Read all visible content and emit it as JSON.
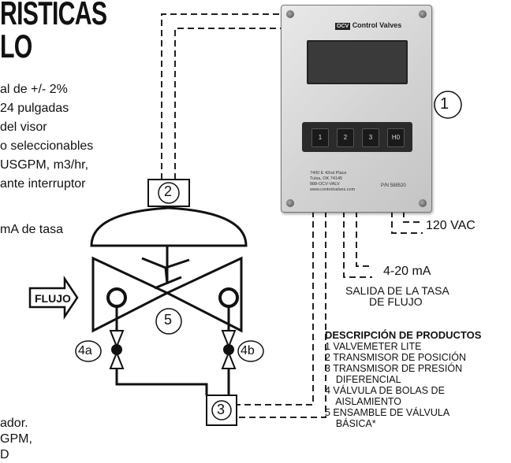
{
  "title": {
    "line1": "RÍSTICAS",
    "line2": "LO"
  },
  "specs": [
    "al de +/- 2%",
    " 24 pulgadas",
    "del visor",
    "o seleccionables",
    "USGPM, m3/hr,",
    "ante interruptor",
    "mA de tasa"
  ],
  "bottom_left": [
    "ador.",
    "GPM,",
    "D"
  ],
  "device": {
    "brand": "Control Valves",
    "logo": "OCV",
    "address": [
      "7400 E 42nd Place",
      "Tulsa, OK 74145",
      "888-OCV-VALV",
      "www.controlvalves.com"
    ],
    "part_number": "P/N 588520",
    "keys": [
      "1",
      "2",
      "3",
      "H0"
    ]
  },
  "labels": {
    "n1": "1",
    "n2": "2",
    "n3": "3",
    "n5": "5",
    "n4a": "4a",
    "n4b": "4b",
    "vac": "120 VAC",
    "ma": "4-20 mA",
    "salida1": "SALIDA DE LA TASA",
    "salida2": "DE FLUJO",
    "flujo": "FLUJO"
  },
  "legend": {
    "heading": "DESCRIPCIÓN DE PRODUCTOS",
    "items": [
      "1  VALVEMETER LITE",
      "2  TRANSMISOR DE POSICIÓN",
      "3  TRANSMISOR DE PRESIÓN",
      "    DIFERENCIAL",
      "4  VÁLVULA DE BOLAS DE",
      "    AISLAMIENTO",
      "5  ENSAMBLE DE VÁLVULA",
      "    BÁSICA*"
    ]
  }
}
